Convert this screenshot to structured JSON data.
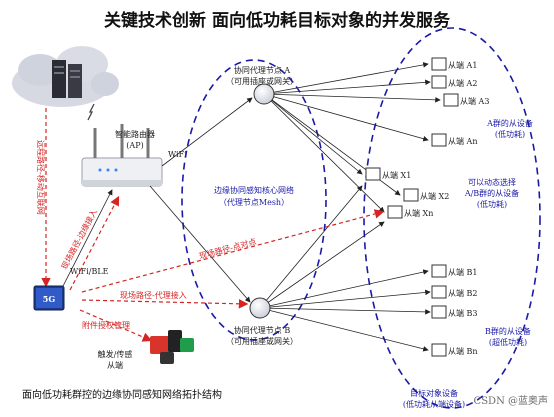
{
  "title": "关键技术创新  面向低功耗目标对象的并发服务",
  "router": {
    "label_line1": "智能路由器",
    "label_line2": "(AP)",
    "wifi_label": "WiFi"
  },
  "proxy_a": {
    "line1": "协同代理节点 A",
    "line2": "（可用插座或网关）"
  },
  "proxy_b": {
    "line1": "协同代理节点 B",
    "line2": "（可用插座或网关）"
  },
  "core_network": {
    "line1": "边缘协同感知核心网络",
    "line2": "（代理节点Mesh）"
  },
  "slaves_a": [
    "从端 A1",
    "从端 A2",
    "从端 A3",
    "从端 An"
  ],
  "slaves_x": [
    "从端 X1",
    "从端 X2",
    "从端 Xn"
  ],
  "slaves_b": [
    "从端 B1",
    "从端 B2",
    "从端 B3",
    "从端 Bn"
  ],
  "group_a_label": {
    "line1": "A群的从设备",
    "line2": "(低功耗)"
  },
  "group_x_label": {
    "line1": "可以动态选择",
    "line2": "A/B群的从设备",
    "line3": "(低功耗)"
  },
  "group_b_label": {
    "line1": "B群的从设备",
    "line2": "(超低功耗)"
  },
  "target_label": {
    "line1": "目标对象设备",
    "line2": "(低功耗从端设备)"
  },
  "paths": {
    "remote": "远程路径-移动互联网",
    "edge": "现场路径-边缘接入",
    "p2p": "现场路径-点对点",
    "proxy": "现场路径-代理接入",
    "accessory": "附件授权管理",
    "wifi_ble": "WiFi/BLE"
  },
  "sensor_label": {
    "line1": "触发/传感",
    "line2": "从端"
  },
  "phone_label": "5G",
  "footer": "面向低功耗群控的边缘协同感知网络拓扑结构",
  "watermark": "CSDN @蓝奥声",
  "colors": {
    "blue": "#1a1aa8",
    "red": "#d62424",
    "black": "#222222"
  }
}
